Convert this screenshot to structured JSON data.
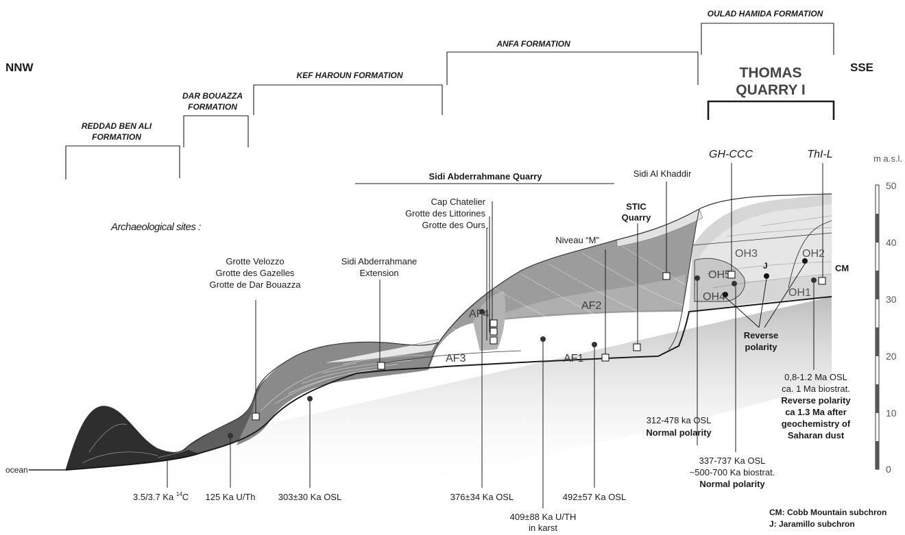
{
  "orientation": {
    "left": "NNW",
    "right": "SSE"
  },
  "formations": {
    "reddad": [
      "REDDAD BEN ALI",
      "FORMATION"
    ],
    "dar_bouazza": [
      "DAR BOUAZZA",
      "FORMATION"
    ],
    "kef_haroun": "KEF HAROUN FORMATION",
    "anfa": "ANFA FORMATION",
    "oulad_hamida": "OULAD HAMIDA FORMATION"
  },
  "thomas_quarry": [
    "THOMAS",
    "QUARRY I"
  ],
  "quarries": {
    "sidi_abderrahmane": "Sidi Abderrahmane Quarry",
    "stic": [
      "STIC",
      "Quarry"
    ]
  },
  "archaeological_sites_label": "Archaeological sites :",
  "sites": {
    "velozzo_group": [
      "Grotte Velozzo",
      "Grotte des Gazelles",
      "Grotte de Dar Bouazza"
    ],
    "sa_extension": [
      "Sidi Abderrahmane",
      "Extension"
    ],
    "cap_group": [
      "Cap Chatelier",
      "Grotte des Littorines",
      "Grotte des Ours"
    ],
    "niveau_m": "Niveau “M”",
    "sidi_al_khaddir": "Sidi Al Khaddir",
    "gh_ccc": "GH-CCC",
    "thi_l": "ThI-L"
  },
  "units": {
    "af1": "AF1",
    "af2": "AF2",
    "af3": "AF3",
    "af4": "AF4",
    "oh1": "OH1",
    "oh2": "OH2",
    "oh3": "OH3",
    "oh4": "OH4",
    "oh5": "OH5",
    "j": "J",
    "cm": "CM"
  },
  "ocean_label": "ocean",
  "scale": {
    "unit_label": "m a.s.l.",
    "ticks": [
      "50",
      "40",
      "30",
      "20",
      "10",
      "0"
    ]
  },
  "dates": {
    "c14": [
      "3.5/3.7 Ka ",
      "14",
      "C"
    ],
    "uth125": "125 Ka U/Th",
    "osl303": "303±30 Ka OSL",
    "osl376": "376±34 Ka OSL",
    "uth409": [
      "409±88 Ka U/TH",
      "in karst"
    ],
    "osl492": "492±57 Ka OSL",
    "osl312": [
      "312-478 ka OSL",
      "Normal polarity"
    ],
    "osl337": [
      "337-737 Ka OSL",
      "~500-700 Ka biostrat.",
      "Normal polarity"
    ],
    "reverse_polarity": [
      "Reverse",
      "polarity"
    ],
    "osl08": [
      "0,8-1.2 Ma OSL",
      "ca. 1 Ma biostrat.",
      "Reverse polarity",
      "ca 1.3 Ma after",
      "geochemistry of",
      "Saharan dust"
    ]
  },
  "legend": {
    "cm": "CM: Cobb Mountain subchron",
    "j": "J: Jaramillo subchron"
  },
  "colors": {
    "reddad_fill": "#2e2e2e",
    "dar_bouazza_fill": "#5e5e5e",
    "kef_haroun_fill": "#8a8a8a",
    "anfa_fill": "#9c9c9c",
    "anfa_light_fill": "#bdbdbd",
    "oulad_hamida_fill": "#d6d6d6",
    "ground_shadow": "#c4c4c4"
  }
}
